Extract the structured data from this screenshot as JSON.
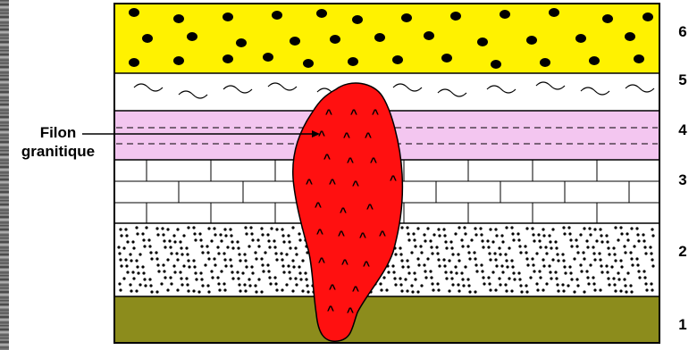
{
  "labels": {
    "callout_line1": "Filon",
    "callout_line2": "granitique"
  },
  "layers": [
    {
      "number": "6",
      "fill": "#FFF200",
      "pattern": "pebbles"
    },
    {
      "number": "5",
      "fill": "#FFFFFF",
      "pattern": "wavy-lines"
    },
    {
      "number": "4",
      "fill": "#F3C6F0",
      "pattern": "dashed-lines"
    },
    {
      "number": "3",
      "fill": "#FFFFFF",
      "pattern": "bricks"
    },
    {
      "number": "2",
      "fill": "#FFFFFF",
      "pattern": "dots"
    },
    {
      "number": "1",
      "fill": "#8C8C1C",
      "pattern": "solid"
    }
  ],
  "intrusion": {
    "fill": "#FF1010",
    "symbol": "^"
  }
}
